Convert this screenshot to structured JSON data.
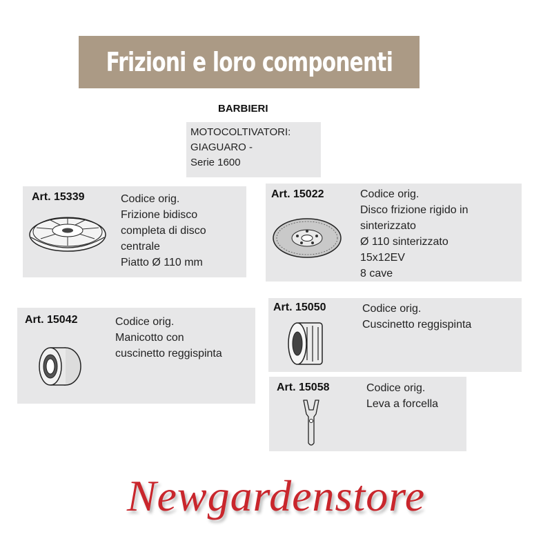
{
  "header": {
    "title": "Frizioni e loro componenti"
  },
  "brand": "BARBIERI",
  "category": {
    "lines": [
      "MOTOCOLTIVATORI:",
      "GIAGUARO -",
      "Serie 1600"
    ]
  },
  "products": [
    {
      "art": "Art. 15339",
      "icon": "clutch-assembly-icon",
      "lines": [
        "Codice orig.",
        "Frizione bidisco",
        "completa di disco",
        "centrale",
        "Piatto Ø 110 mm"
      ]
    },
    {
      "art": "Art. 15022",
      "icon": "clutch-disc-icon",
      "lines": [
        "Codice orig.",
        "Disco  frizione rigido in",
        "sinterizzato",
        "Ø 110 sinterizzato",
        "15x12EV",
        "8 cave"
      ]
    },
    {
      "art": "Art. 15042",
      "icon": "bearing-sleeve-icon",
      "lines": [
        "Codice orig.",
        "Manicotto con",
        "cuscinetto reggispinta"
      ]
    },
    {
      "art": "Art. 15050",
      "icon": "thrust-bearing-icon",
      "lines": [
        "Codice orig.",
        "Cuscinetto reggispinta"
      ]
    },
    {
      "art": "Art. 15058",
      "icon": "fork-lever-icon",
      "lines": [
        "Codice orig.",
        "Leva a forcella"
      ]
    }
  ],
  "watermark": "Newgardenstore",
  "colors": {
    "banner": "#ab9a85",
    "card": "#e7e7e8",
    "watermark": "#c9262c"
  }
}
